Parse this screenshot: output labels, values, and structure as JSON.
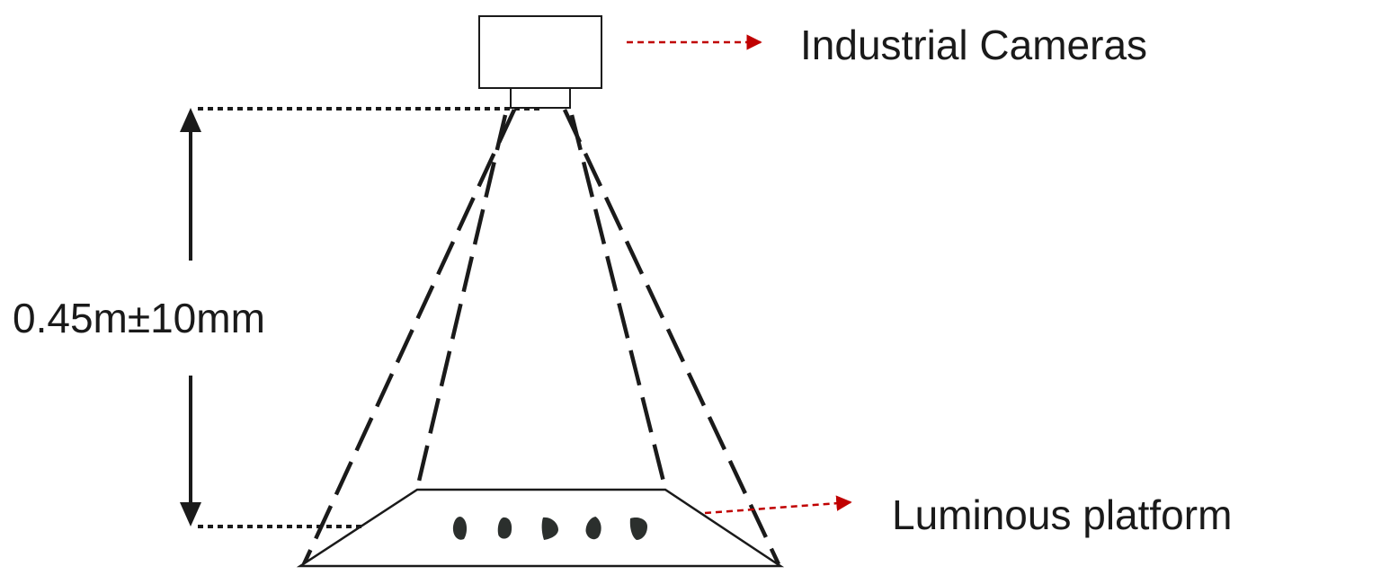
{
  "labels": {
    "camera": "Industrial Cameras",
    "platform": "Luminous platform",
    "distance": "0.45m±10mm"
  },
  "colors": {
    "line": "#1a1a1a",
    "pointer_arrow": "#c00000",
    "sample": "#2b2f2d"
  },
  "platform": {
    "sample_count": 5
  }
}
